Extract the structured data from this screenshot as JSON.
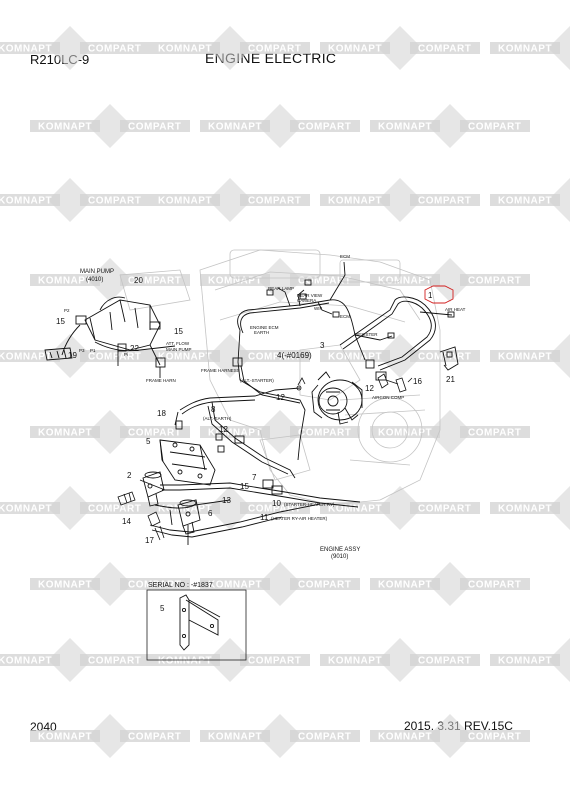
{
  "header": {
    "model": "R210LC-9",
    "title": "ENGINE ELECTRIC"
  },
  "footer": {
    "page_number": "2040",
    "revision": "2015. 3.31  REV.15C"
  },
  "watermark": {
    "word_a": "KOMNAPT",
    "word_b": "COMPART"
  },
  "callouts": {
    "main_pump": "MAIN PUMP",
    "main_pump_ref": "(4010)",
    "p2": "P2",
    "p1_port": "P1",
    "p3": "P3",
    "pi": "Pi",
    "att_flow": "ATT. FLOW",
    "main_pump_sensor": "MAIN PUMP",
    "frame_harn": "FRAME HARN",
    "rear_lamp": "REAR LAMP",
    "rear_view_camera_a": "REAR VIEW",
    "rear_view_camera_b": "CAMERA",
    "wif": "WIF",
    "ecm_top": "ECM",
    "ecm_mid": "ECM",
    "engine_ecm_a": "ENGINE ECM",
    "engine_ecm_b": "EARTH",
    "resister": "RESISTER",
    "air_heat": "AIR HEAT",
    "frame_harness": "FRAME HARNESS",
    "alt_starter": "(ALT.-STARTER)",
    "alt_earth": "(ALT.-EARTH)",
    "aircon_comp": "AIRCON COMP",
    "starter_heater": "(STARTER-HEATER RY)",
    "heater_air": "(HEATER RY-AIR HEATER)",
    "engine_assy": "ENGINE ASSY",
    "engine_assy_ref": "(9010)",
    "serial_no": "SERIAL NO : -#1837"
  },
  "item_numbers": {
    "n1": "1",
    "n2": "2",
    "n3": "3",
    "n4": "4(-#0169)",
    "n5": "5",
    "n5b": "5",
    "n6": "6",
    "n7": "7",
    "n8": "8",
    "n10": "10",
    "n11": "11",
    "n12a": "12",
    "n12b": "12",
    "n12c": "12",
    "n13": "13",
    "n14": "14",
    "n15a": "15",
    "n15b": "15",
    "n15c": "15",
    "n16": "16",
    "n17": "17",
    "n18": "18",
    "n19": "19",
    "n20": "20",
    "n21": "21",
    "n22": "22"
  },
  "colors": {
    "line": "#111111",
    "engine_ghost": "#b8b8b8",
    "watermark_gray": "#d2d2d2",
    "highlight_red": "#d21f1f"
  }
}
